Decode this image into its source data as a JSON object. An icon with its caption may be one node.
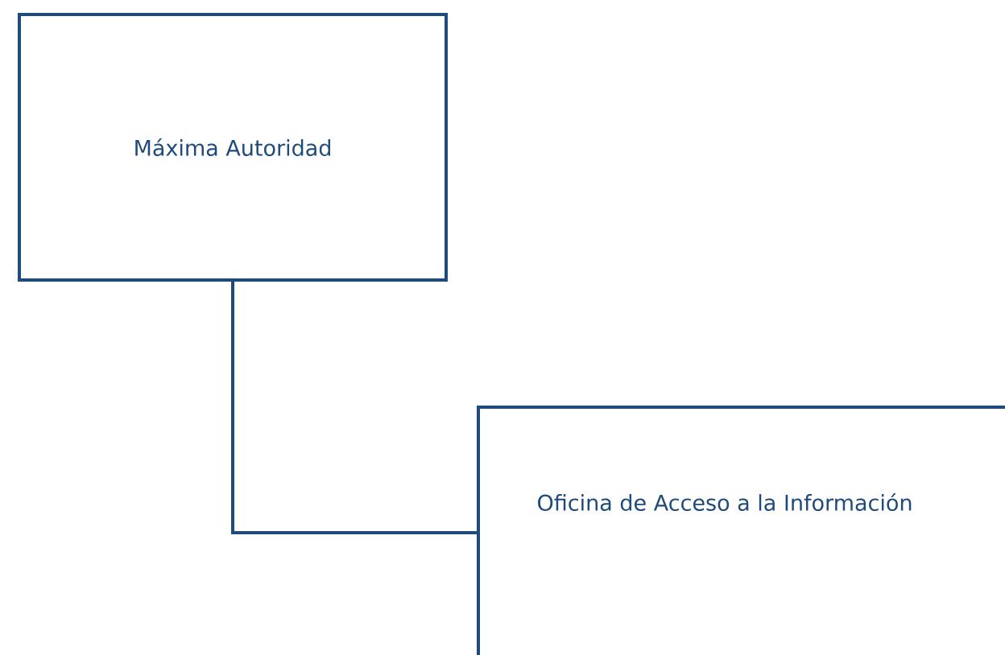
{
  "diagram": {
    "nodes": [
      {
        "text": [
          "Máxima Autoridad"
        ]
      },
      {
        "text": [
          "Oficina de Acceso a la Información"
        ]
      }
    ],
    "edges": [
      {
        "from": 0,
        "to": 1,
        "arrow": "none"
      }
    ]
  }
}
